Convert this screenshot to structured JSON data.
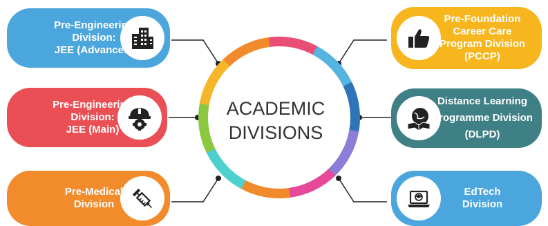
{
  "center": {
    "line1": "ACADEMIC",
    "line2": "DIVISIONS"
  },
  "ring_colors": [
    "#e94e77",
    "#56b4e0",
    "#2f73b8",
    "#8b7ed6",
    "#e6489a",
    "#f08a2a",
    "#4fd0d0",
    "#8bc840",
    "#f5b62a",
    "#f08a2a"
  ],
  "divisions": {
    "jee_advanced": {
      "lines": [
        "Pre-Engineering",
        "Division:",
        "JEE (Advanced)"
      ],
      "color": "#4ba6dd",
      "icon": "buildings-icon"
    },
    "jee_main": {
      "lines": [
        "Pre-Engineering",
        "Division:",
        "JEE (Main)"
      ],
      "color": "#ea4f55",
      "icon": "hardhat-gear-icon"
    },
    "pre_medical": {
      "lines": [
        "Pre-Medical",
        "Division"
      ],
      "color": "#f28b2c",
      "icon": "syringe-icon"
    },
    "pccp": {
      "lines": [
        "Pre-Foundation",
        "Career Care",
        "Program Division",
        "(PCCP)"
      ],
      "color": "#f7b51e",
      "icon": "thumbs-up-icon"
    },
    "dlpd": {
      "lines": [
        "Distance Learning",
        "Programme Division",
        "(DLPD)"
      ],
      "color": "#3f7f86",
      "icon": "distance-learning-icon"
    },
    "edtech": {
      "lines": [
        "EdTech",
        "Division"
      ],
      "color": "#4ba6dd",
      "icon": "laptop-graduation-icon"
    }
  }
}
